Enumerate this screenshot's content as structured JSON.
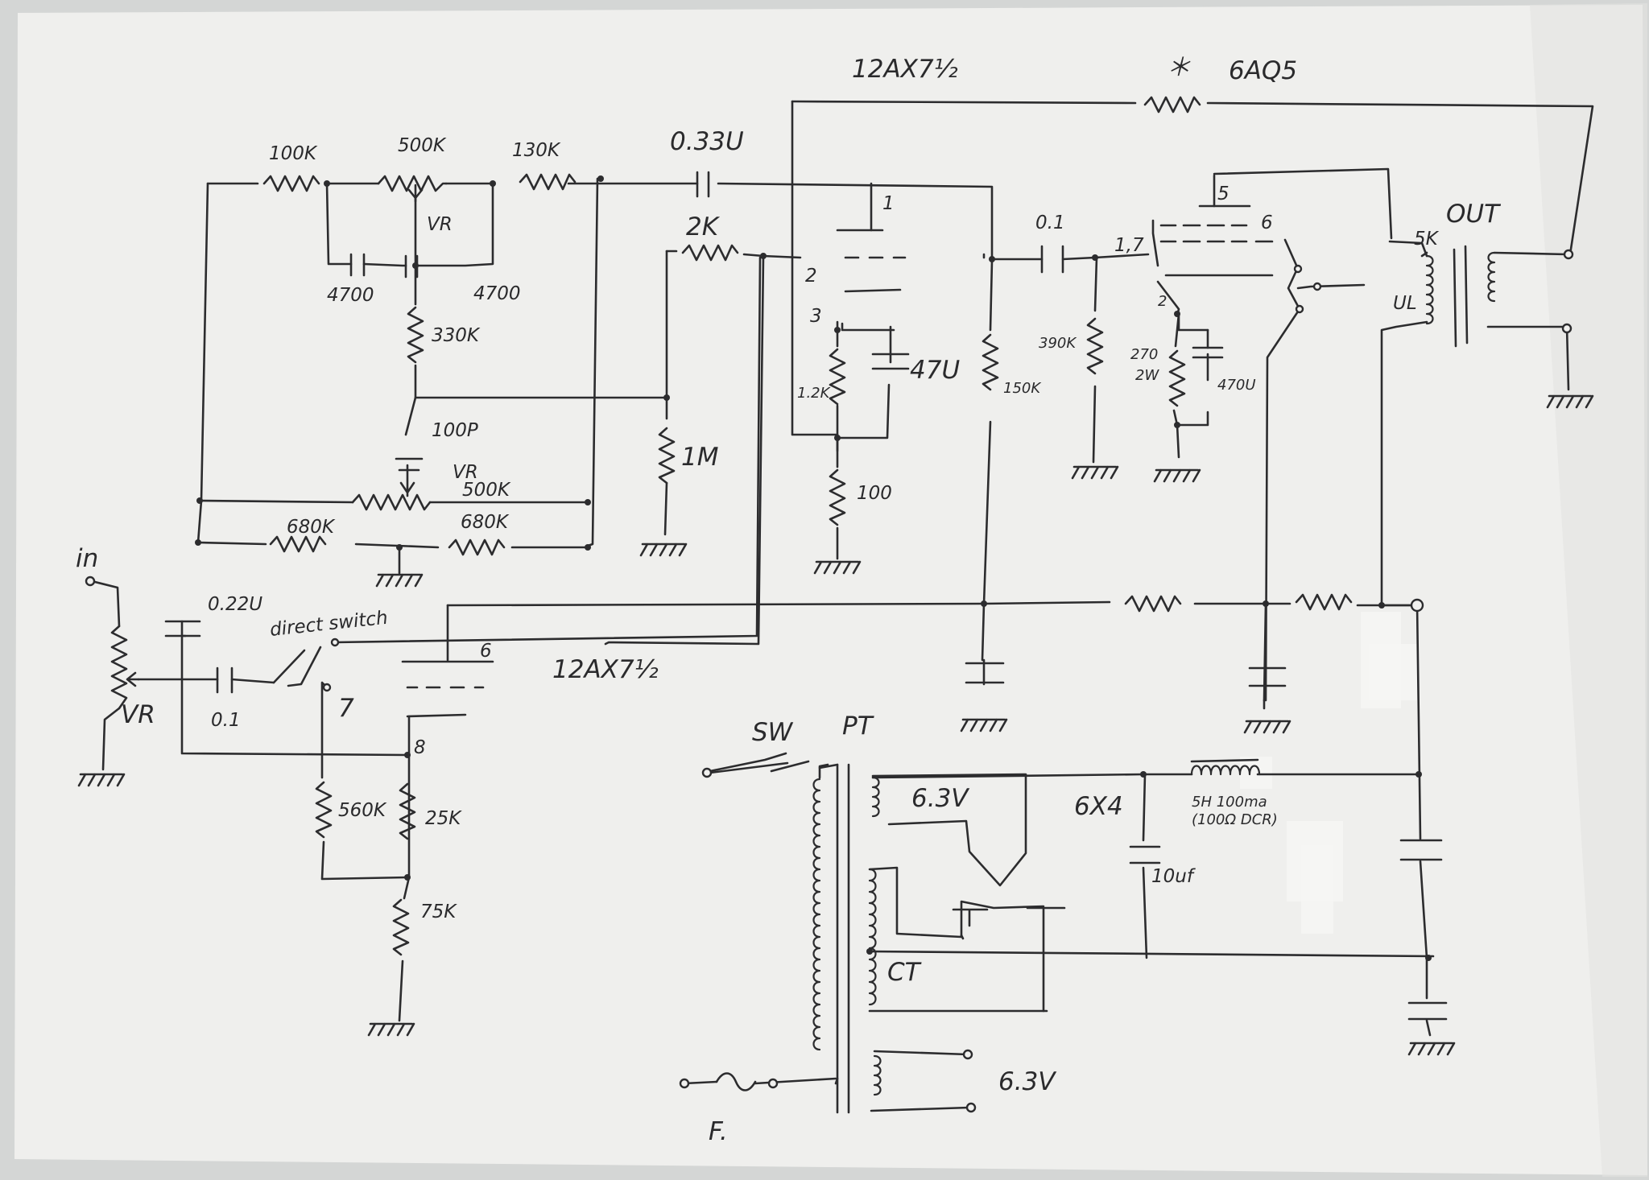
{
  "colors": {
    "paper": "#efefed",
    "ink": "#2c2c2e",
    "background": "#d4d6d5",
    "tape": "#f6f6f4"
  },
  "icons": [
    "resistor-icon",
    "capacitor-icon",
    "electrolytic-capacitor-icon",
    "potentiometer-icon",
    "ground-icon",
    "transformer-icon",
    "inductor-icon",
    "switch-icon",
    "fuse-icon",
    "junction-dot-icon",
    "terminal-icon",
    "tube-grid-icon"
  ],
  "tubes": {
    "v1_top": "12AX7½",
    "v1_bottom": "12AX7½",
    "power": "6AQ5",
    "power_asterisk": "＊",
    "rectifier": "6X4"
  },
  "tone_stack": {
    "r_100k": "100K",
    "pot_500k_top": "500K",
    "pot_vr_top": "VR",
    "r_130k": "130K",
    "c_4700_left": "4700",
    "c_4700_right": "4700",
    "r_330k": "330K",
    "c_100p": "100P",
    "pot_vr_bottom": "VR",
    "pot_500k_bottom": "500K",
    "r_680k_left": "680K",
    "r_680k_right": "680K"
  },
  "input": {
    "in_label": "in",
    "c_022u": "0.22U",
    "c_01": "0.1",
    "vol_vr": "VR",
    "direct_switch": "direct switch",
    "pin_6": "6",
    "pin_7": "7",
    "pin_8": "8",
    "r_560k": "560K",
    "r_25k": "25K",
    "r_75k": "75K"
  },
  "first_stage": {
    "c_033u": "0.33U",
    "r_2k": "2K",
    "pin_1": "1",
    "pin_2": "2",
    "pin_3": "3",
    "r_1_2k": "1.2K",
    "c_47u": "47U",
    "r_100": "100",
    "r_1m": "1M",
    "r_150k": "150K"
  },
  "output_stage": {
    "c_01": "0.1",
    "pin_1_7": "1,7",
    "pin_5": "5",
    "pin_6": "6",
    "pin_2": "2",
    "r_390k": "390K",
    "r_270_line1": "270",
    "r_270_line2": "2W",
    "c_470u": "470U",
    "out_label": "OUT",
    "tap_5k": "5K",
    "ul_label": "UL"
  },
  "power_supply": {
    "sw_label": "SW",
    "pt_label": "PT",
    "heater_63v_top": "6.3V",
    "ct_label": "CT",
    "heater_63v_bottom": "6.3V",
    "fuse_label": "F.",
    "choke_label_line1": "5H 100ma",
    "choke_label_line2": "(100Ω DCR)",
    "c_10uf": "10uf"
  }
}
